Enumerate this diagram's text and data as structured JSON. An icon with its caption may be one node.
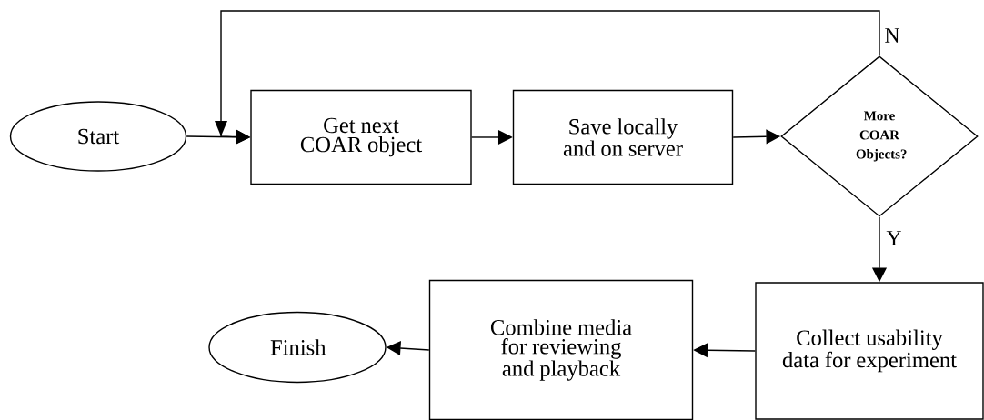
{
  "diagram": {
    "nodes": [
      {
        "text": [
          "Start"
        ]
      },
      {
        "text": [
          "Get next COAR object"
        ]
      },
      {
        "text": [
          "Save locally and on server"
        ]
      },
      {
        "text": [
          "More COAR Objects?"
        ]
      },
      {
        "text": [
          "Collect usability data for experiment"
        ]
      },
      {
        "text": [
          "Combine media for reviewing and playback"
        ]
      },
      {
        "text": [
          "Finish"
        ]
      }
    ],
    "edges": [
      {
        "from": 0,
        "to": 1,
        "arrow": "to"
      },
      {
        "from": 1,
        "to": 2,
        "arrow": "to"
      },
      {
        "from": 2,
        "to": 3,
        "arrow": "to"
      },
      {
        "from": 3,
        "to": 1,
        "arrow": "to",
        "label": "N"
      },
      {
        "from": 3,
        "to": 4,
        "arrow": "to",
        "label": "Y"
      },
      {
        "from": 4,
        "to": 5,
        "arrow": "to"
      },
      {
        "from": 5,
        "to": 6,
        "arrow": "to"
      }
    ]
  }
}
